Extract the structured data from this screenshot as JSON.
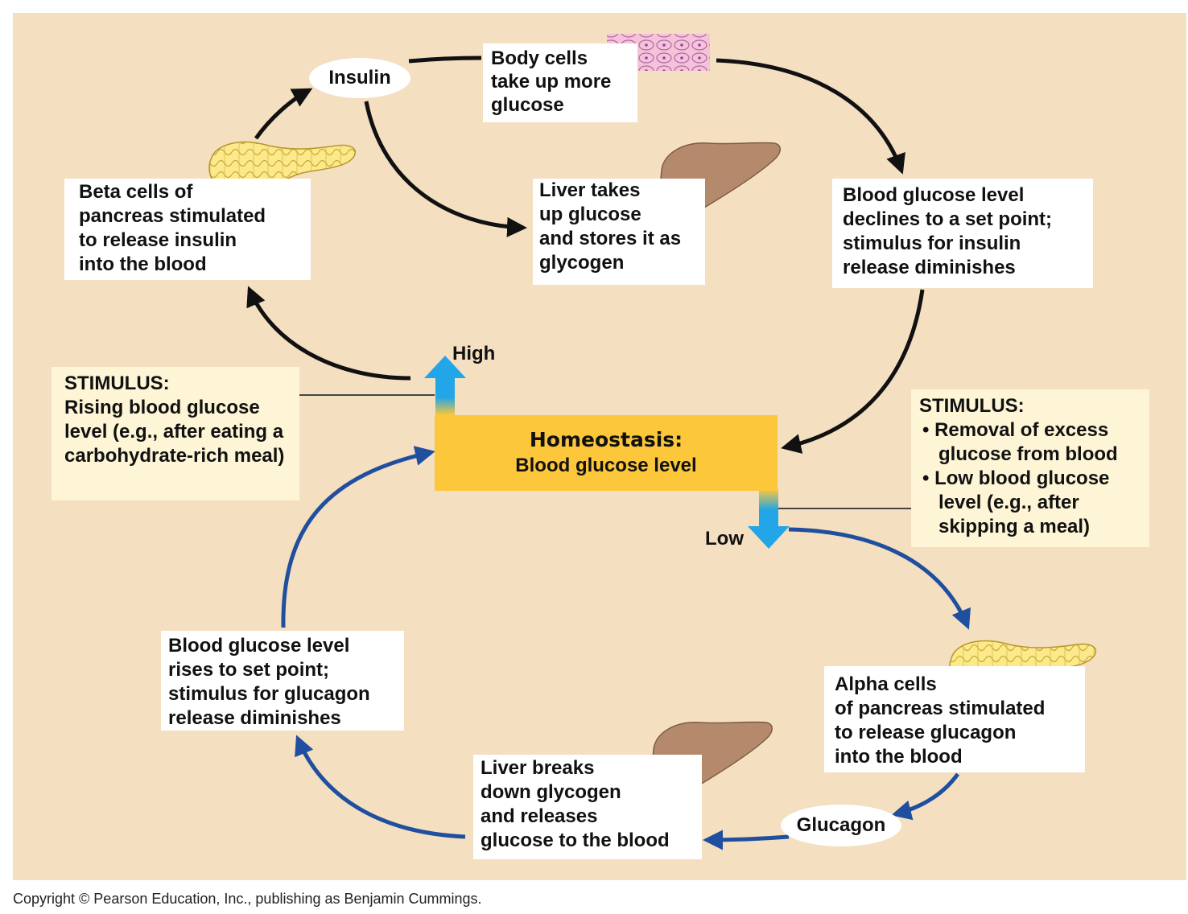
{
  "homeostasis": {
    "title": "Homeostasis:",
    "subtitle": "Blood glucose level"
  },
  "levels": {
    "high": "High",
    "low": "Low"
  },
  "hormones": {
    "insulin": "Insulin",
    "glucagon": "Glucagon"
  },
  "high_path": {
    "stimulus_title": "STIMULUS:",
    "stimulus_text": "Rising blood glucose level (e.g., after eating a carbohydrate-rich meal)",
    "beta_cells": "Beta cells of\npancreas stimulated\nto release insulin\ninto the blood",
    "body_cells": "Body cells\ntake up more\nglucose",
    "liver_takes_up": "Liver takes\nup glucose\nand stores it as\nglycogen",
    "declines": "Blood glucose level\ndeclines to a set point;\nstimulus for insulin\nrelease diminishes"
  },
  "low_path": {
    "stimulus_title": "STIMULUS:",
    "stimulus_items": [
      "• Removal of excess glucose from blood",
      "• Low blood glucose level (e.g., after skipping a meal)"
    ],
    "alpha_cells": "Alpha cells\nof pancreas stimulated\nto release glucagon\ninto the blood",
    "liver_breaks_down": "Liver breaks\ndown glycogen\nand releases\nglucose to the blood",
    "rises": "Blood glucose level\nrises to set point;\nstimulus for glucagon\nrelease diminishes"
  },
  "colors": {
    "background": "#f4dfc1",
    "homeostasis_box": "#fcc73a",
    "stimulus_box": "#fdf5d6",
    "insulin_arrows": "#111111",
    "glucagon_arrows": "#1f4f9e",
    "level_arrows": "#22a6e8"
  },
  "icons": [
    "pancreas-icon",
    "liver-icon",
    "body-cells-icon"
  ],
  "copyright": "Copyright © Pearson Education, Inc., publishing as Benjamin Cummings."
}
